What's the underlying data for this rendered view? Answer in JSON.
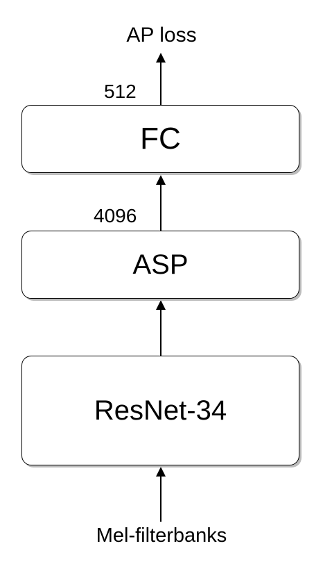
{
  "diagram": {
    "output": "AP loss",
    "input": "Mel-filterbanks",
    "blocks": {
      "fc": "FC",
      "asp": "ASP",
      "resnet": "ResNet-34"
    },
    "dimensions": {
      "fc_out": "512",
      "asp_out": "4096"
    },
    "colors": {
      "stroke": "#000000",
      "shadow": "#bdbdbd",
      "fill": "#ffffff"
    }
  }
}
